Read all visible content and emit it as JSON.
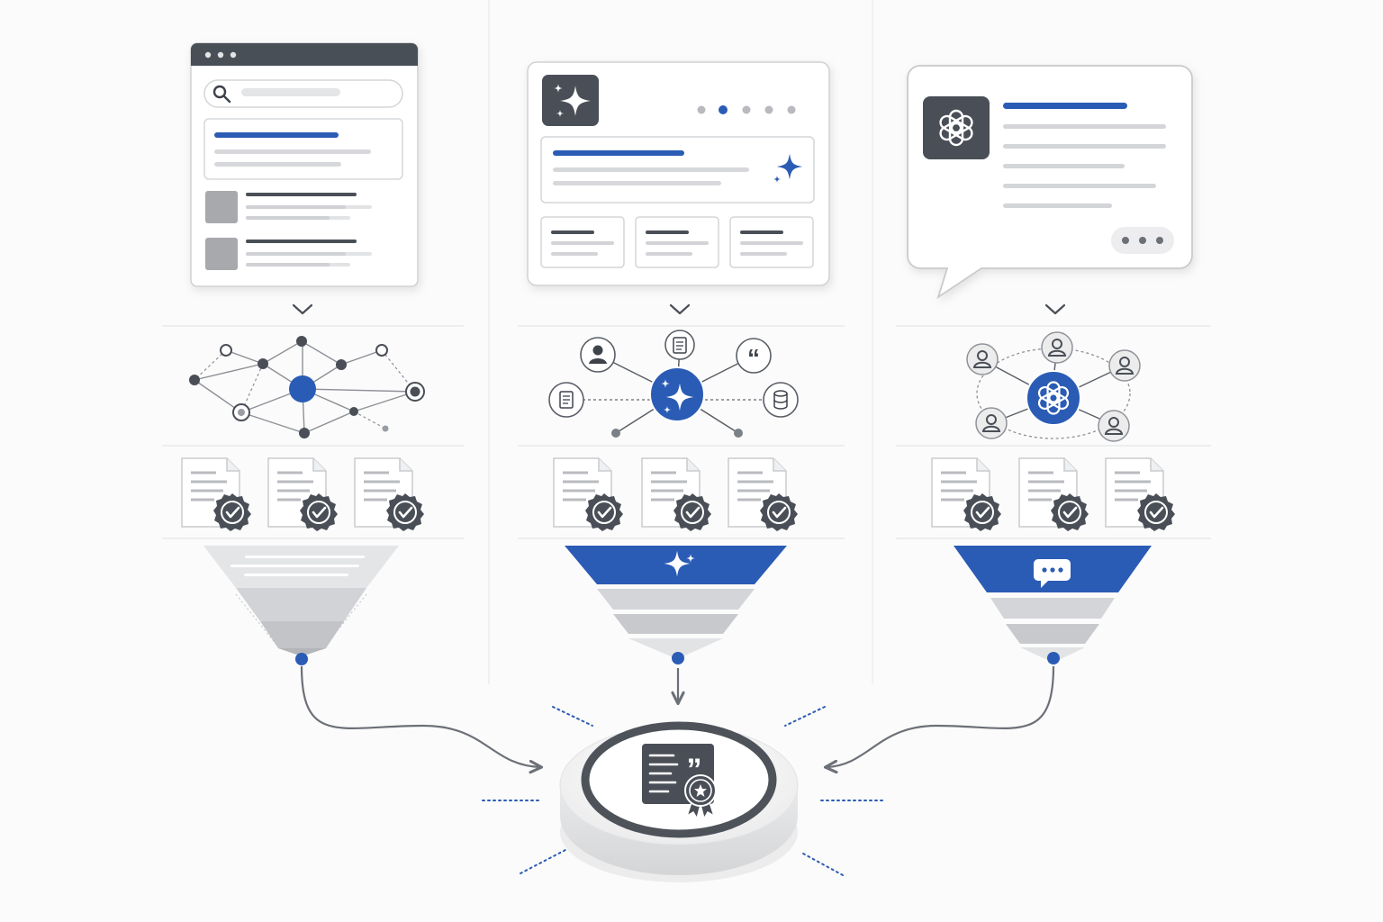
{
  "diagram": {
    "description_labels": [],
    "columns": [
      {
        "id": "search",
        "card": "browser-search-window",
        "network": "link-graph",
        "funnel_style": "gray",
        "funnel_icon": "text-lines-icon",
        "docs_verified": 3
      },
      {
        "id": "ai-overview",
        "card": "ai-overview-panel",
        "network": "entity-hub",
        "funnel_style": "blue",
        "funnel_icon": "sparkle-icon",
        "docs_verified": 3
      },
      {
        "id": "chat-assistant",
        "card": "chat-assistant-bubble",
        "network": "people-hub",
        "funnel_style": "blue",
        "funnel_icon": "chat-bubble-icon",
        "docs_verified": 3
      }
    ],
    "center_icon": "cited-certificate-icon"
  },
  "colors": {
    "accent": "#2b5cb5",
    "dark": "#4a4f57",
    "mid_gray": "#9a9da3",
    "light_gray": "#d9dadc",
    "line": "#e6e7e9",
    "card_bg": "#ffffff",
    "page_bg": "#fbfbfb"
  }
}
